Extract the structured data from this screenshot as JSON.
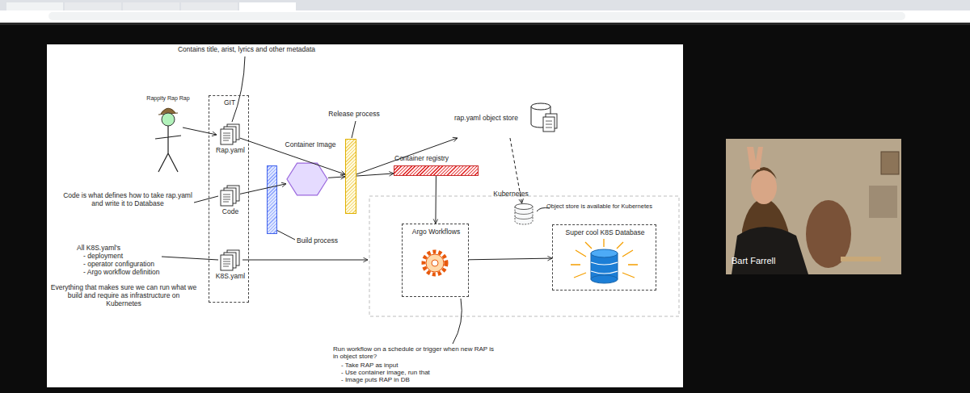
{
  "diagram": {
    "nodes": [
      {
        "text": [
          "GIT"
        ]
      },
      {
        "text": [
          "Rap.yaml"
        ],
        "in": 0
      },
      {
        "text": [
          "Code"
        ],
        "in": 0
      },
      {
        "text": [
          "K8S.yaml"
        ],
        "in": 0
      },
      {
        "text": [
          "Build process"
        ]
      },
      {
        "text": [
          "Container Image"
        ]
      },
      {
        "text": [
          "Release process"
        ]
      },
      {
        "text": [
          "rap.yaml object store"
        ]
      },
      {
        "text": [
          "Container registry"
        ]
      },
      {
        "text": [
          "Kubernetes"
        ]
      },
      {
        "text": [
          "Argo Workflows"
        ]
      },
      {
        "text": [
          "Super cool K8S Database"
        ]
      }
    ],
    "edges": [
      {
        "from": 1,
        "to": 6,
        "arrow": "to"
      },
      {
        "from": 2,
        "to": 5,
        "arrow": "to"
      },
      {
        "from": 5,
        "to": 6,
        "arrow": "to"
      },
      {
        "from": 6,
        "to": 7,
        "arrow": "to"
      },
      {
        "from": 6,
        "to": 8,
        "arrow": "to"
      },
      {
        "from": 8,
        "to": 10,
        "arrow": "to"
      },
      {
        "from": 7,
        "to": 9,
        "arrow": "to"
      },
      {
        "from": 10,
        "to": 11,
        "arrow": "to"
      }
    ],
    "labels": [
      "Contains title, arist, lyrics and other metadata",
      "Rappity Rap Rap",
      "Code is what defines how to take rap.yaml and write it to Database",
      "All K8S.yaml's",
      "- deployment",
      "- operator configuration",
      "- Argo workflow definition",
      "Everything that makes sure we can run what we build and require as infrastructure on Kubernetes",
      "Object store is available for Kubernetes",
      "Run workflow on a schedule or trigger when new RAP is in object store?",
      "- Take RAP as input",
      "- Use container image, run that",
      "- Image puts RAP in DB",
      "Bart Farrell"
    ]
  }
}
